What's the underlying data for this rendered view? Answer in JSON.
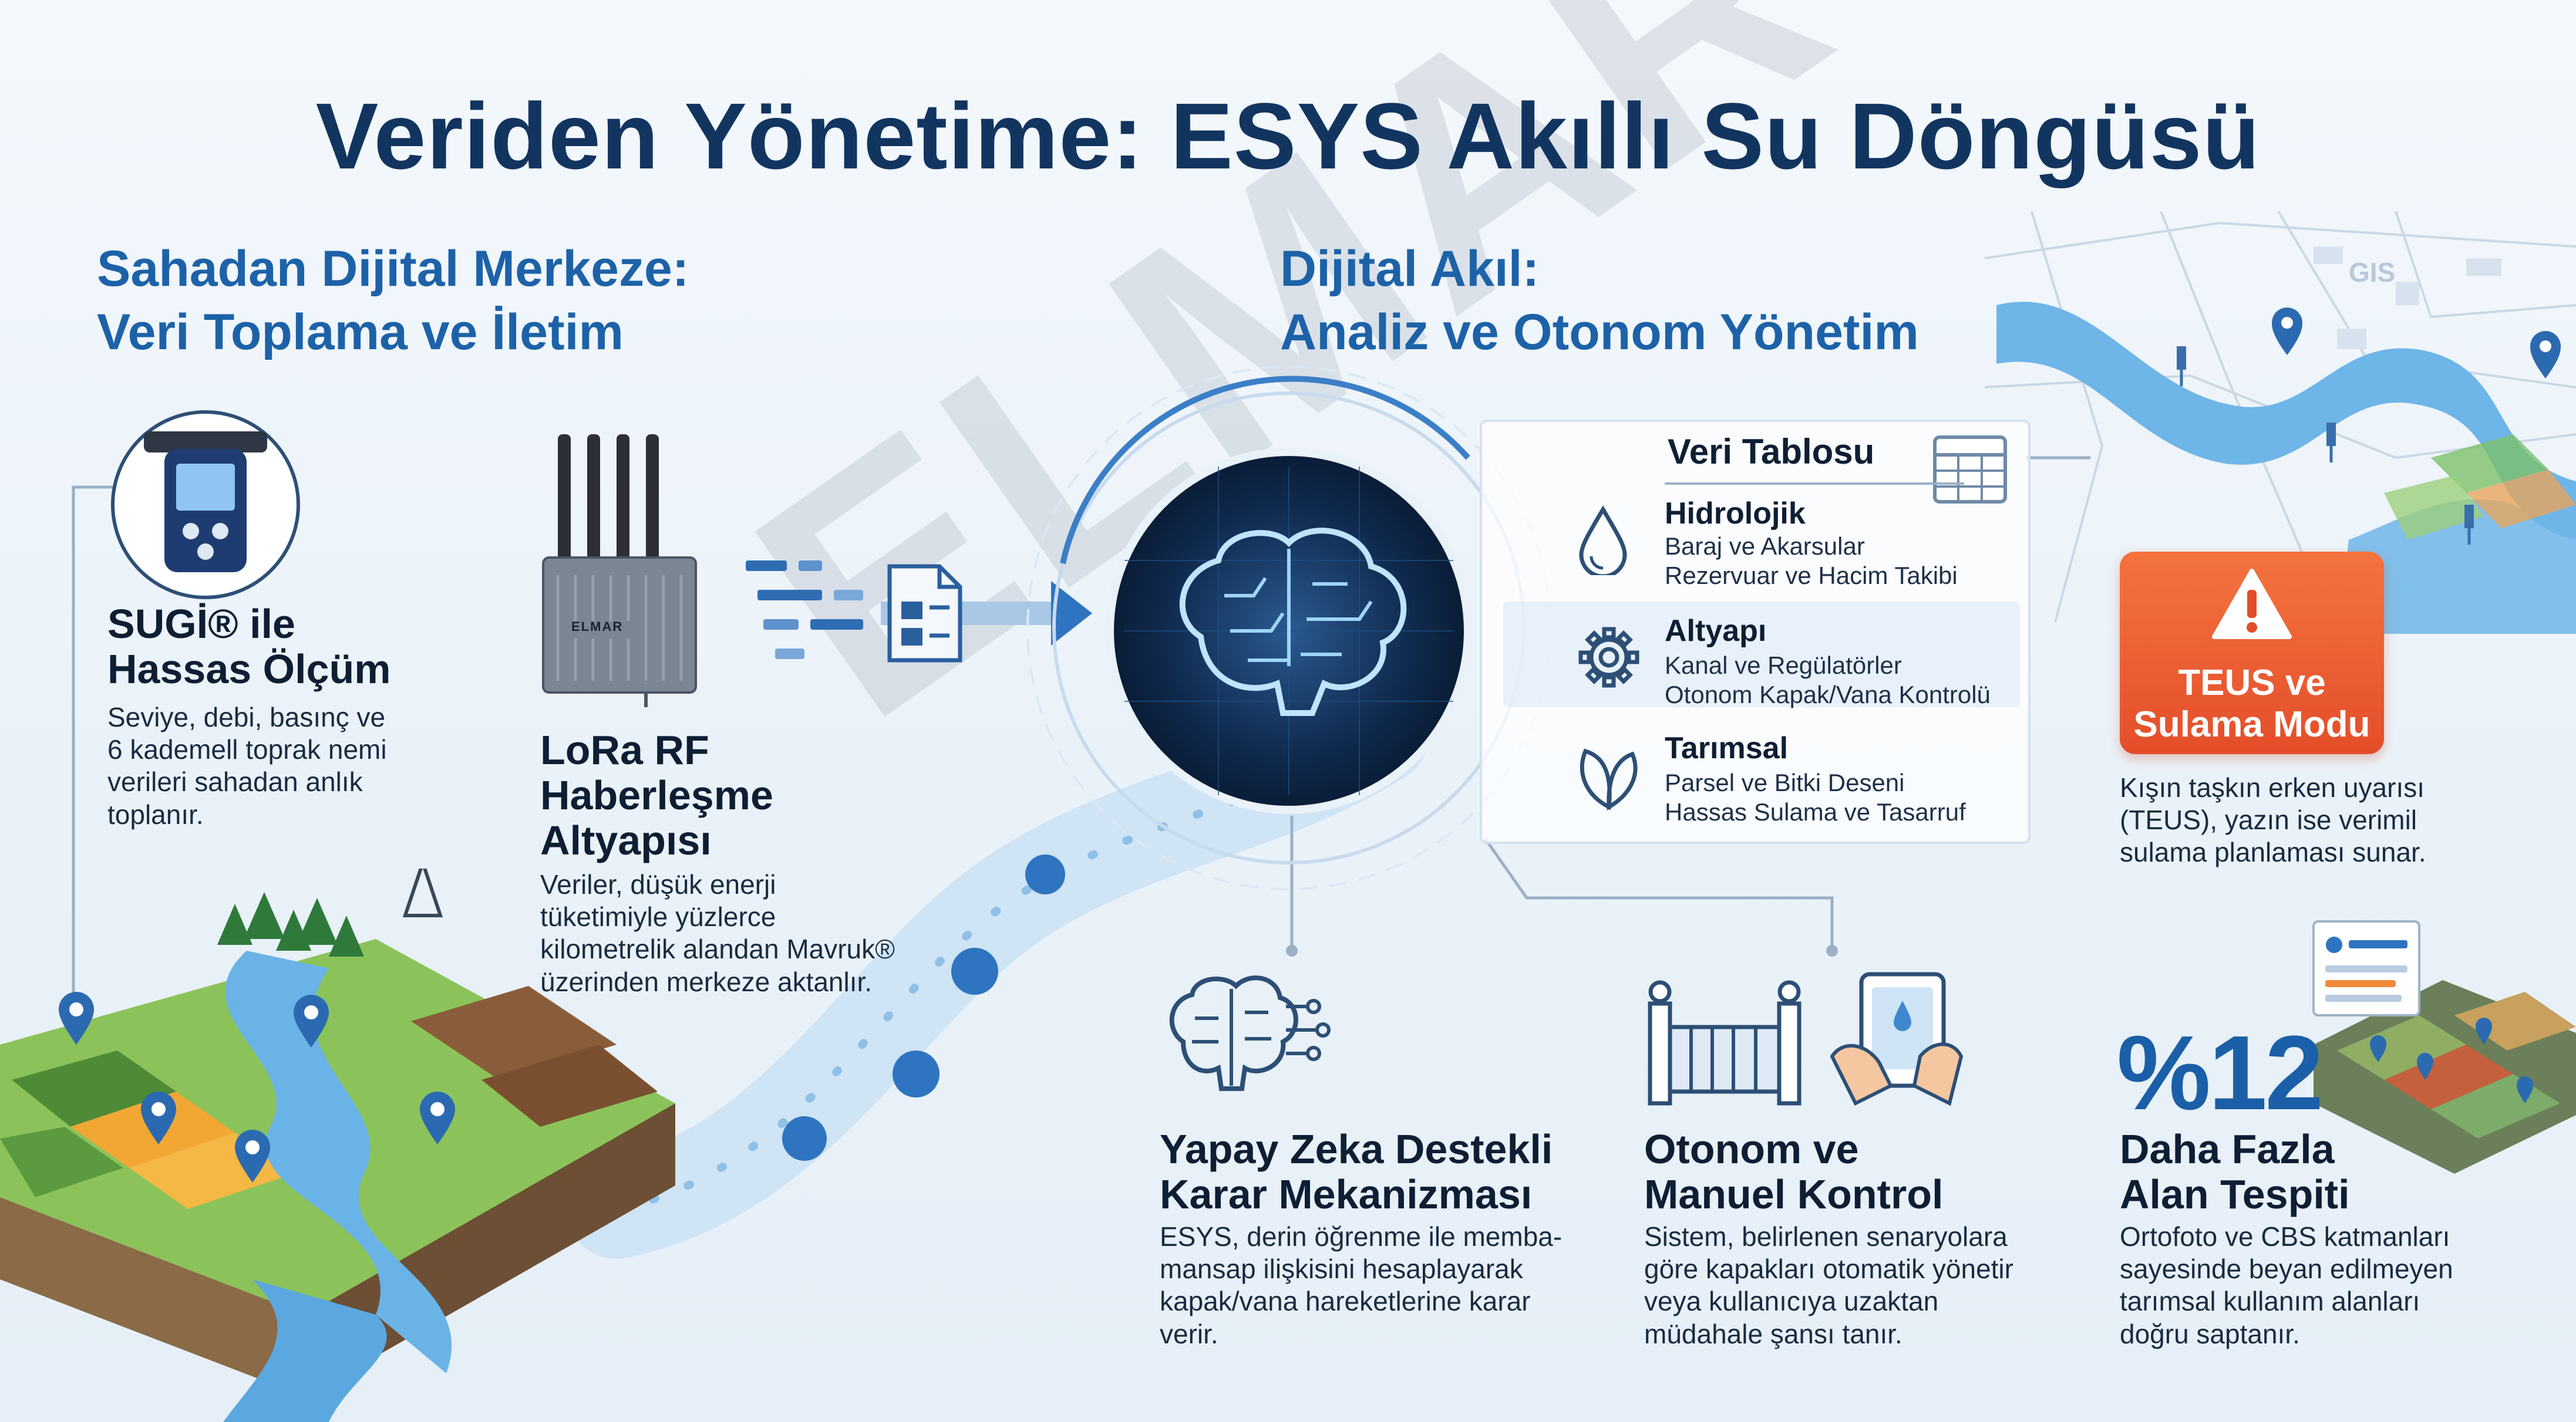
{
  "title": "Veriden Yönetime: ESYS Akıllı Su Döngüsü",
  "section_left": {
    "line1": "Sahadan Dijital Merkeze:",
    "line2": "Veri Toplama ve İletim"
  },
  "section_right": {
    "line1": "Dijital Akıl:",
    "line2": "Analiz ve Otonom Yönetim"
  },
  "sugi": {
    "title": "SUGİ® ile\nHassas Ölçüm",
    "desc": "Seviye, debi, basınç ve\n6 kademell toprak nemi\nverileri sahadan anlık\ntoplanır."
  },
  "lora": {
    "device_label": "ELMAR",
    "title": "LoRa RF\nHaberleşme\nAltyapısı",
    "desc": "Veriler, düşük enerji\ntüketimiyle yüzlerce\nkilometrelik alandan Mavruk®\nüzerinden merkeze aktanlır."
  },
  "data_table": {
    "title": "Veri Tablosu",
    "rows": [
      {
        "title": "Hidrolojik",
        "line1": "Baraj ve Akarsular",
        "line2": "Rezervuar ve Hacim Takibi"
      },
      {
        "title": "Altyapı",
        "line1": "Kanal ve Regülatörler",
        "line2": "Otonom Kapak/Vana Kontrolü"
      },
      {
        "title": "Tarımsal",
        "line1": "Parsel ve Bitki Deseni",
        "line2": "Hassas Sulama ve Tasarruf"
      }
    ]
  },
  "gis_label": "GIS",
  "teus": {
    "box_label": "TEUS ve\nSulama Modu",
    "desc": "Kışın taşkın erken uyarısı\n(TEUS), yazın ise verimil\nsulama planlaması sunar."
  },
  "ai": {
    "title": "Yapay Zeka Destekli\nKarar Mekanizması",
    "desc": "ESYS, derin öğrenme ile memba-\nmansap ilişkisini hesaplayarak\nkapak/vana hareketlerine karar\nverir."
  },
  "control": {
    "title": "Otonom ve\nManuel Kontrol",
    "desc": "Sistem, belirlenen senaryolara\ngöre kapakları otomatik yönetir\nveya kullanıcıya uzaktan\nmüdahale şansı tanır."
  },
  "area": {
    "stat": "%12",
    "title": "Daha Fazla\nAlan Tespiti",
    "desc": "Ortofoto ve CBS katmanları\nsayesinde beyan edilmeyen\ntarımsal kullanım alanları\ndoğru saptanır."
  },
  "watermark": "ELMAR®",
  "colors": {
    "accent": "#1d62a8",
    "title": "#123560",
    "warning": "#e9562f",
    "river": "#5aa8df",
    "grass": "#6fb34a"
  },
  "icons": [
    "water-drop-icon",
    "gear-icon",
    "leaf-icon",
    "table-icon",
    "warning-icon",
    "location-pin-icon",
    "brain-icon",
    "gate-icon",
    "tablet-icon",
    "document-icon"
  ]
}
